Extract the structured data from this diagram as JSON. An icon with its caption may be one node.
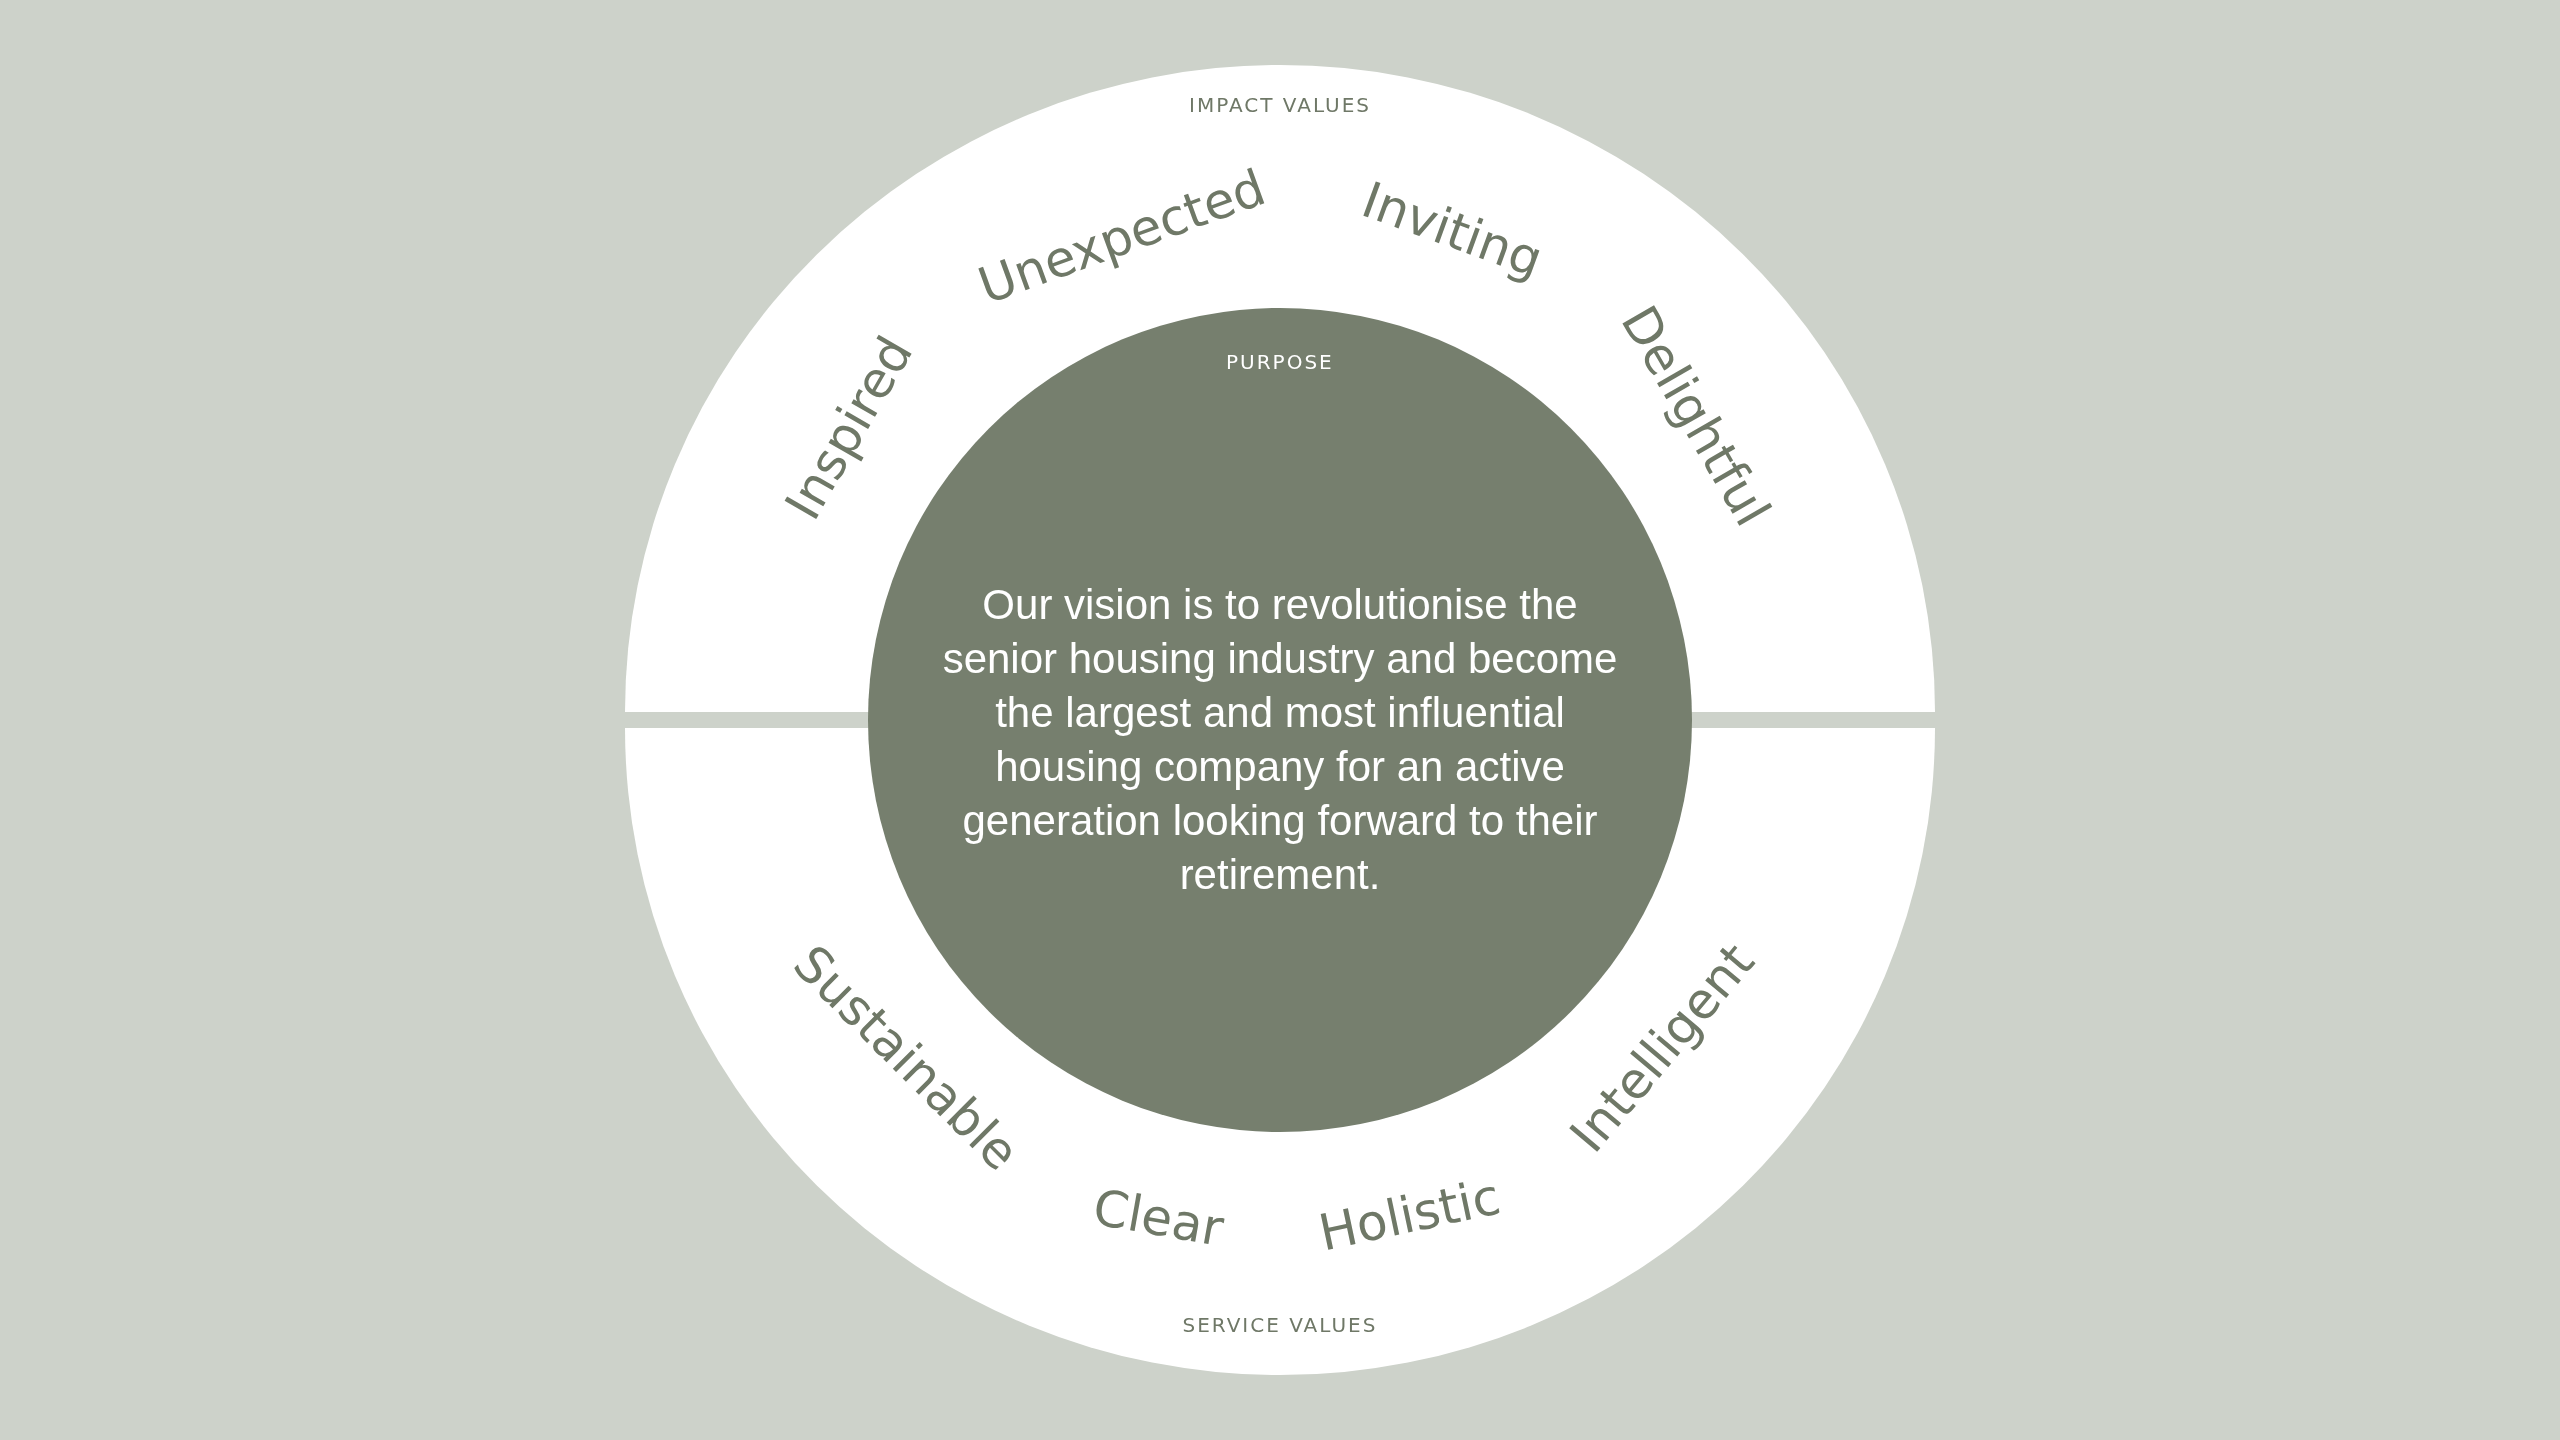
{
  "diagram": {
    "nodes": [
      {
        "text": [
          "IMPACT VALUES"
        ]
      },
      {
        "text": [
          "SERVICE VALUES"
        ]
      },
      {
        "text": [
          "PURPOSE",
          "Our vision is to revolutionise the senior housing industry and become the largest and most influential housing company for an active generation looking forward to their retirement."
        ]
      }
    ],
    "edges": [],
    "labels": [
      "Inspired",
      "Unexpected",
      "Inviting",
      "Delightful",
      "Sustainable",
      "Clear",
      "Holistic",
      "Intelligent"
    ]
  }
}
